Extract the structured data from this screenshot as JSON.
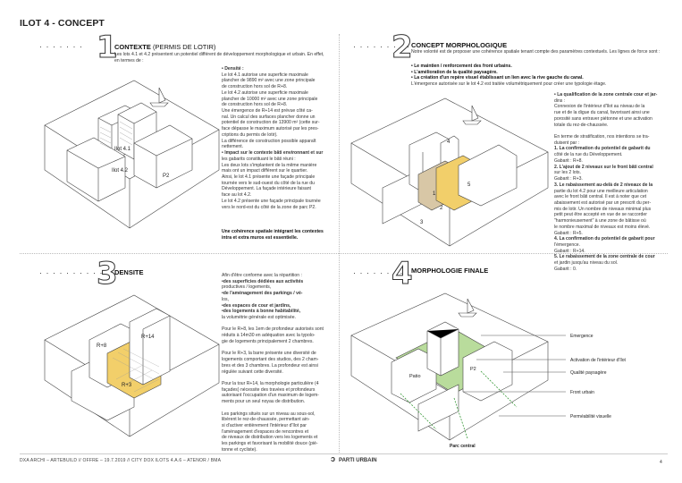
{
  "page": {
    "title": "ILOT 4 - CONCEPT",
    "page_number": "4"
  },
  "section1": {
    "number": "1",
    "title": "CONTEXTE",
    "title_light": "(PERMIS DE LOTIR)",
    "intro": "Les lots 4.1 et 4.2 présentent un potentiel différent de développement morphologique et urbain. En effet, en termes de :",
    "col_lines": [
      "• Densité :",
      "Le lot 4.1 autorise une superficie maximale",
      "plancher de 9890 m² avec une zone principale",
      "de construction hors sol de R+8.",
      "Le lot 4.2 autorise une superficie maximale",
      "plancher de 10000 m² avec une zone principale",
      "de construction hors sol de R+8.",
      "Une émergence de R+14 est prévue côté ca-",
      "nal. Un calcul des surfaces plancher donne un",
      "potentiel de construction de 13900 m² (cette sur-",
      "face dépasse le maximum autorisé par les pres-",
      "criptions du permis de lotir).",
      "La différence de construction possible apparaît",
      "nettement.",
      "• Impact sur le contexte bâti environnant et sur",
      "les gabarits constituant le bâti réuni :",
      "Les deux lots s'implantent de la même manière",
      "mais ont un impact différent sur le quartier.",
      "Ainsi, le lot 4.1 présente une façade principale",
      "tournée vers le sud-ouest du côté de la rue du",
      "Développement. La façade intérieure faisant",
      "face au lot 4.2.",
      "Le lot 4.2 présente une façade principale tournée",
      "vers le nord-est du côté de la zone de parc P2."
    ],
    "conclusion": "Une cohérence spatiale intégrant les contextes intra et extra muros est essentielle.",
    "labels": {
      "ilot41": "Ilot 4.1",
      "ilot42": "Ilot 4.2",
      "p2": "P2"
    }
  },
  "section2": {
    "number": "2",
    "title": "CONCEPT MORPHOLOGIQUE",
    "intro": "Notre volonté est de proposer une cohérence spatiale tenant compte des paramètres contextuels. Les lignes de force sont :",
    "bullets": [
      "• Le maintien / renforcement des front urbains.",
      "• L'amélioration de la qualité paysagère.",
      "• La création d'un repère visuel établissant un lien avec la rive gauche du canal."
    ],
    "after_bullets": "L'émergence autorisée sur le lot 4.2 est traitée volumétriquement pour créer une typologie étage.",
    "col_lines": [
      "• La qualification de la zone centrale cour et jar-",
      "dins :",
      "Connexion de l'intérieur d'îlot au niveau de la",
      "rue et de la digue du canal, favorisant ainsi une",
      "porosité sans entraver piétonne et une activation",
      "totale du rez-de-chaussée.",
      "",
      "En terme de stratification, nos intentions se tra-",
      "duisent par :",
      "1. La confirmation du potentiel de gabarit du",
      "côté de la rue du Développement.",
      "Gabarit : R+8.",
      "2. L'ajout de 2 niveaux sur le front bâti central",
      "sur les 2 lots.",
      "Gabarit : R+3.",
      "3. Le rabaissement au-delà de 2 niveaux de la",
      "partie du lot 4.2 pour une meilleure articulation",
      "avec le front bâti central. Il est à noter que cet",
      "abaissement est autorisé par un prescrit du per-",
      "mis de lotir. Un nombre de niveaux minimal plus",
      "petit peut être accepté en vue de se raccorder",
      "\"harmonieusement\" à une zone de bâtisse où",
      "le nombre maximal de niveaux est moins élevé.",
      "Gabarit : R+5.",
      "4. La confirmation du potentiel de gabarit pour",
      "l'émergence.",
      "Gabarit : R+14.",
      "5. Le rabaissement de la zone centrale de cour",
      "et jardin jusqu'au niveau du sol.",
      "Gabarit : 0."
    ],
    "labels": {
      "l1": "1",
      "l2": "2",
      "l3": "3",
      "l4": "4",
      "l5": "5"
    }
  },
  "section3": {
    "number": "3",
    "title": "DENSITE",
    "col_lines": [
      "Afin d'être conforme avec la répartition :",
      "•des superficies dédiées aux activités",
      "productives / logements,",
      "•de l'aménagement des parkings / vé-",
      "los,",
      "•des espaces de cour et jardins,",
      "•des logements à bonne habitabilité,",
      "la volumétrie générale est optimisée.",
      "",
      "Pour le R+8, les 1em de profondeur autorisés sont",
      "réduits à 14m30 en adéquation avec la typolo-",
      "gie de logements principalement 2 chambres.",
      "",
      "Pour le R+3, la barre présente une diversité de",
      "logements comportant des studios, des 2 cham-",
      "bres et des 3 chambres. La profondeur est ainsi",
      "régulée suivant cette diversité.",
      "",
      "Pour la tour R+14, la morphologie particulière (4",
      "façades) nécessite des travées et profondeurs",
      "autorisant l'occupation d'un maximum de logem-",
      "ments pour un seul noyau de distribution.",
      "",
      "Les parkings situés sur un niveau au sous-sol,",
      "libèrent le rez-de-chaussée, permettant ain-",
      "si d'activer entièrement l'intérieur d'îlot par",
      "l'aménagement d'espaces de rencontres et",
      "de niveaux de distribution vers les logements et",
      "les parkings et favorisant la mobilité douce (pié-",
      "tonne et cycliste)."
    ],
    "labels": {
      "r8": "R+8",
      "r14": "R+14",
      "r3": "R+3"
    }
  },
  "section4": {
    "number": "4",
    "title": "MORPHOLOGIE FINALE",
    "legend": [
      "Emergence",
      "Activation de l'intérieur d'îlot",
      "Qualité paysagère",
      "Front urbain",
      "Perméabilité visuelle"
    ],
    "labels": {
      "patio": "Patio",
      "p2": "P2",
      "parc": "Parc central"
    }
  },
  "footer": {
    "text": "DXA ARCHI – ARTEBUILD // OFFRE – 19.7.2019 // CITY DOX ILOTS 4.A.6 – ATENOR / BMA",
    "logo": "PARTI URBAIN"
  },
  "colors": {
    "yellow": "#f2cf6a",
    "green": "#b9dc9c",
    "tan": "#d8c7a6",
    "line": "#333333"
  }
}
